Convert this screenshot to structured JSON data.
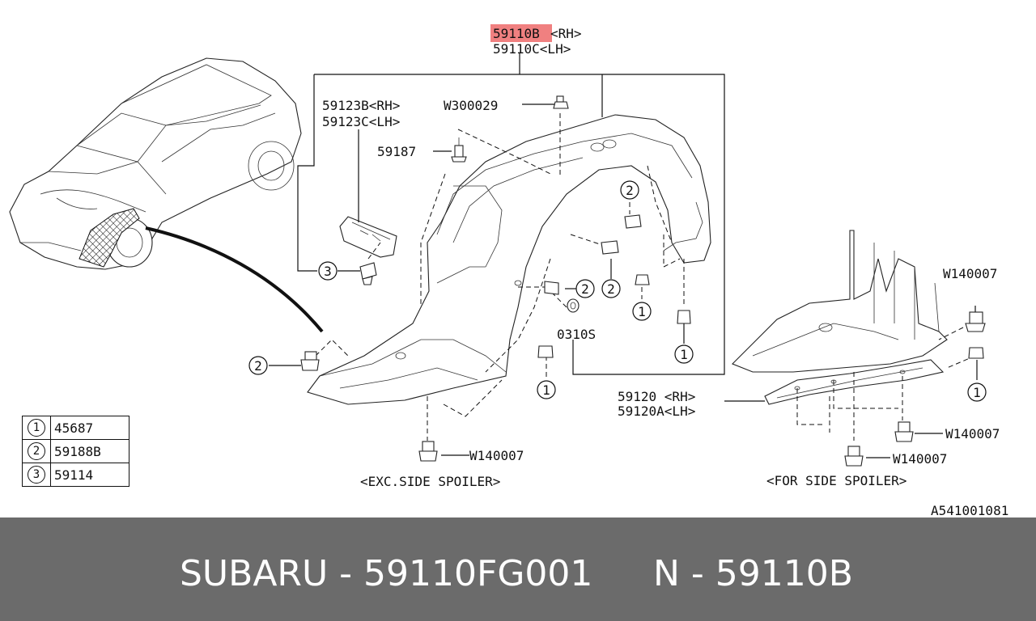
{
  "diagram": {
    "labels": {
      "part_rh": "59110B",
      "part_rh_suffix": "<RH>",
      "part_lh": "59110C<LH>",
      "mudguard_rh": "59123B<RH>",
      "mudguard_lh": "59123C<LH>",
      "clip_w300029": "W300029",
      "bolt_59187": "59187",
      "washer_0310s": "0310S",
      "cover_rh": "59120 <RH>",
      "cover_lh": "59120A<LH>",
      "w140007_a": "W140007",
      "w140007_b": "W140007",
      "w140007_c": "W140007",
      "w140007_d": "W140007",
      "caption_exc": "<EXC.SIDE SPOILER>",
      "caption_for": "<FOR SIDE SPOILER>",
      "drawing_code": "A541001081"
    },
    "callouts": {
      "c1": "1",
      "c2": "2",
      "c3": "3"
    },
    "legend": [
      {
        "num": "1",
        "part": "45687"
      },
      {
        "num": "2",
        "part": "59188B"
      },
      {
        "num": "3",
        "part": "59114"
      }
    ],
    "highlight_color": "#f08080"
  },
  "footer": {
    "brand_part": "SUBARU - 59110FG001",
    "alt_part": "N - 59110B",
    "background": "#6b6b6b"
  }
}
